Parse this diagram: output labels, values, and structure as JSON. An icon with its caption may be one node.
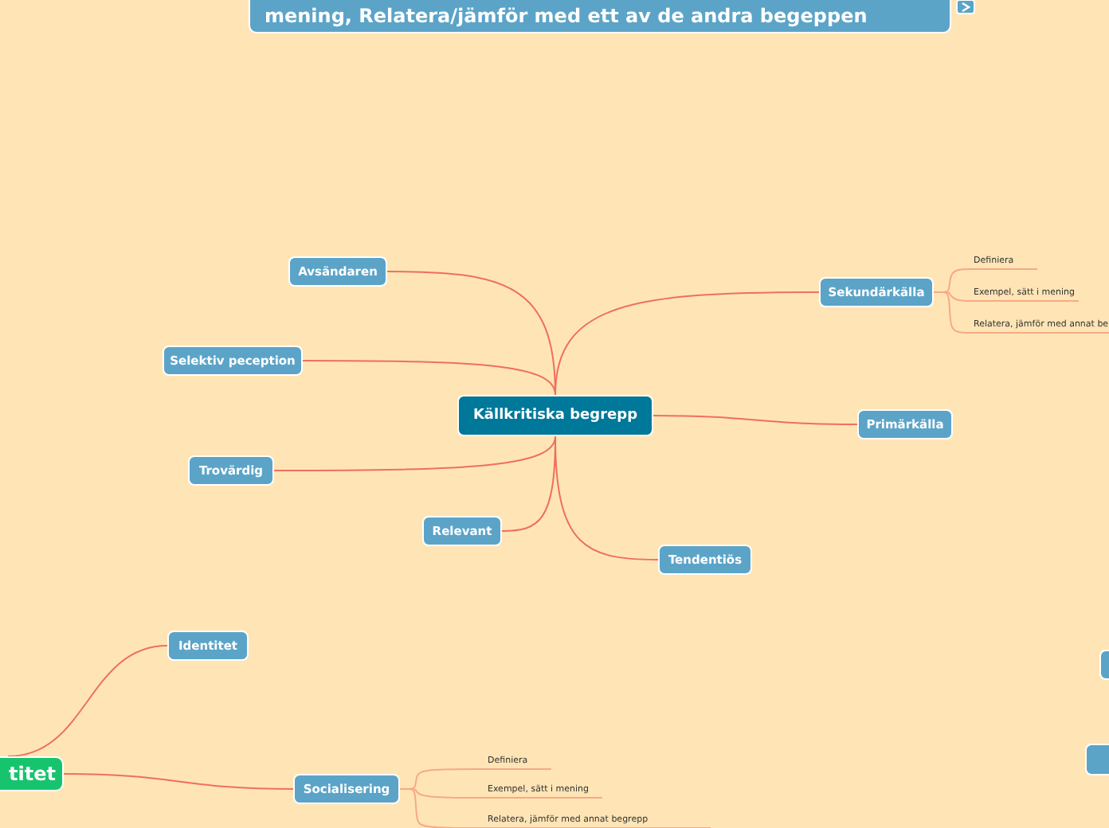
{
  "diagram": {
    "nodes": [
      {
        "text": [
          "mening, Relatera/jämför med ett av de andra begeppen"
        ]
      },
      {
        "text": [
          "Källkritiska begrepp"
        ]
      },
      {
        "text": [
          "Avsändaren"
        ]
      },
      {
        "text": [
          "Selektiv peception"
        ]
      },
      {
        "text": [
          "Trovärdig"
        ]
      },
      {
        "text": [
          "Relevant"
        ]
      },
      {
        "text": [
          "Sekundärkälla"
        ]
      },
      {
        "text": [
          "Primärkälla"
        ]
      },
      {
        "text": [
          "Tendentiös"
        ]
      },
      {
        "text": [
          "Definiera"
        ]
      },
      {
        "text": [
          "Exempel, sätt i mening"
        ]
      },
      {
        "text": [
          "Relatera, jämför med annat be"
        ]
      },
      {
        "text": [
          "Identitet"
        ]
      },
      {
        "text": [
          "titet"
        ]
      },
      {
        "text": [
          "Socialisering"
        ]
      },
      {
        "text": [
          "Definiera"
        ]
      },
      {
        "text": [
          "Exempel, sätt i mening"
        ]
      },
      {
        "text": [
          "Relatera, jämför med annat begrepp"
        ]
      },
      {
        "text": [],
        "shape": "box"
      },
      {
        "text": [],
        "shape": "box"
      }
    ],
    "edges": [
      {
        "from": 1,
        "to": 2,
        "arrow": "none"
      },
      {
        "from": 1,
        "to": 3,
        "arrow": "none"
      },
      {
        "from": 1,
        "to": 4,
        "arrow": "none"
      },
      {
        "from": 1,
        "to": 5,
        "arrow": "none"
      },
      {
        "from": 1,
        "to": 6,
        "arrow": "none"
      },
      {
        "from": 1,
        "to": 7,
        "arrow": "none"
      },
      {
        "from": 1,
        "to": 8,
        "arrow": "none"
      },
      {
        "from": 6,
        "to": 9,
        "arrow": "none"
      },
      {
        "from": 6,
        "to": 10,
        "arrow": "none"
      },
      {
        "from": 6,
        "to": 11,
        "arrow": "none"
      },
      {
        "from": 13,
        "to": 12,
        "arrow": "none"
      },
      {
        "from": 13,
        "to": 14,
        "arrow": "none"
      },
      {
        "from": 14,
        "to": 15,
        "arrow": "none"
      },
      {
        "from": 14,
        "to": 16,
        "arrow": "none"
      },
      {
        "from": 14,
        "to": 17,
        "arrow": "none"
      }
    ]
  }
}
